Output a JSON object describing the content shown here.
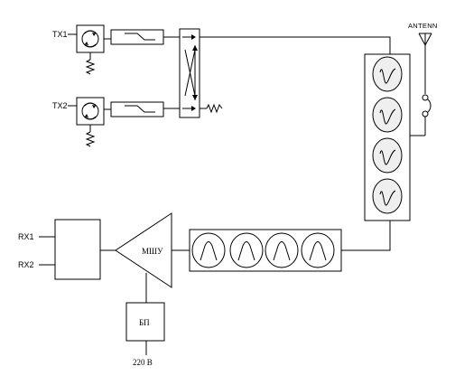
{
  "labels": {
    "tx1": "TX1",
    "tx2": "TX2",
    "rx1": "RX1",
    "rx2": "RX2",
    "antenna": "ANTENN",
    "lna": "МШУ",
    "psu": "БП",
    "mains": "220 В"
  },
  "icons": {
    "circulator": "circulator-icon",
    "resistor": "resistor-icon",
    "lowpass_filter": "lowpass-filter-icon",
    "cavity_resonator": "cavity-resonator-icon",
    "antenna": "antenna-icon",
    "arrow": "arrow-icon"
  },
  "colors": {
    "line": "#000000",
    "resonator_fill": "#efefef",
    "background": "#ffffff"
  }
}
